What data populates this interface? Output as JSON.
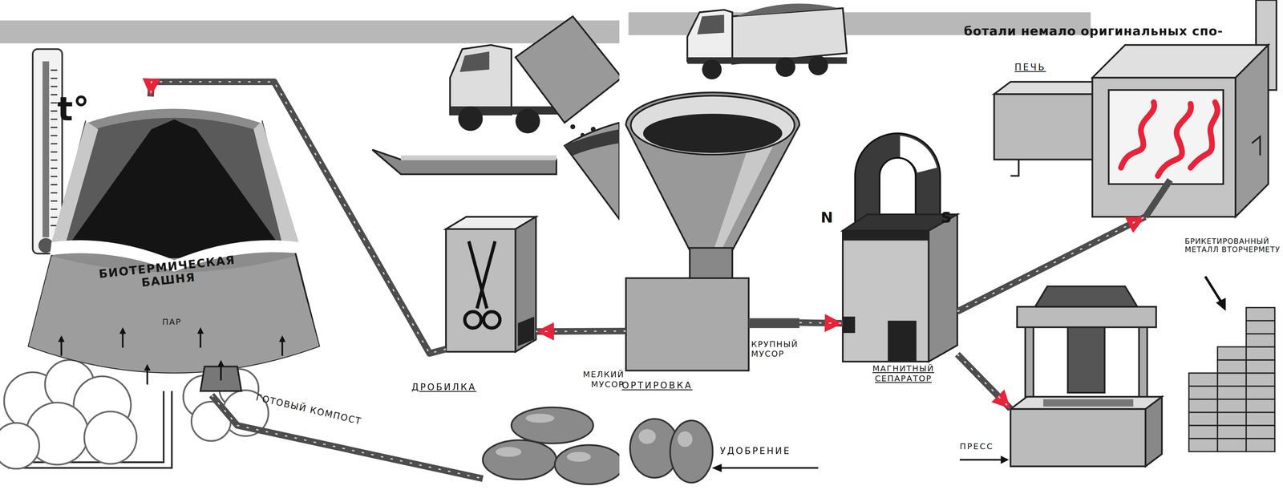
{
  "diagram": {
    "nodes": [
      {
        "text": [
          "БИОТЕРМИЧЕСКАЯ БАШНЯ",
          "ПАР"
        ]
      },
      {
        "text": [
          "ДРОБИЛКА"
        ]
      },
      {
        "text": [
          "ОРТИРОВКА"
        ]
      },
      {
        "text": [
          "МАГНИТНЫЙ СЕПАРАТОР"
        ]
      },
      {
        "text": [
          "ПЕЧЬ"
        ]
      },
      {
        "text": [
          "ПРЕСС"
        ]
      },
      {
        "text": [
          "БРИКЕТИРОВАННЫЙ МЕТАЛЛ ВТОРЧЕРМЕТУ"
        ]
      },
      {
        "text": [
          "УДОБРЕНИЕ"
        ]
      }
    ],
    "edges": [
      {
        "from": 2,
        "to": 1,
        "arrow": "to",
        "label": "МЕЛКИЙ МУСОР"
      },
      {
        "from": 1,
        "to": 0,
        "arrow": "to"
      },
      {
        "from": 0,
        "to": 7,
        "arrow": "none",
        "label": "ГОТОВЫЙ КОМПОСТ"
      },
      {
        "from": 2,
        "to": 3,
        "arrow": "to",
        "label": "КРУПНЫЙ МУСОР"
      },
      {
        "from": 3,
        "to": 4,
        "arrow": "to"
      },
      {
        "from": 3,
        "to": 5,
        "arrow": "to"
      }
    ],
    "labels": [
      "t°",
      "N",
      "S",
      "ботали немало оригинальных спо-"
    ]
  }
}
